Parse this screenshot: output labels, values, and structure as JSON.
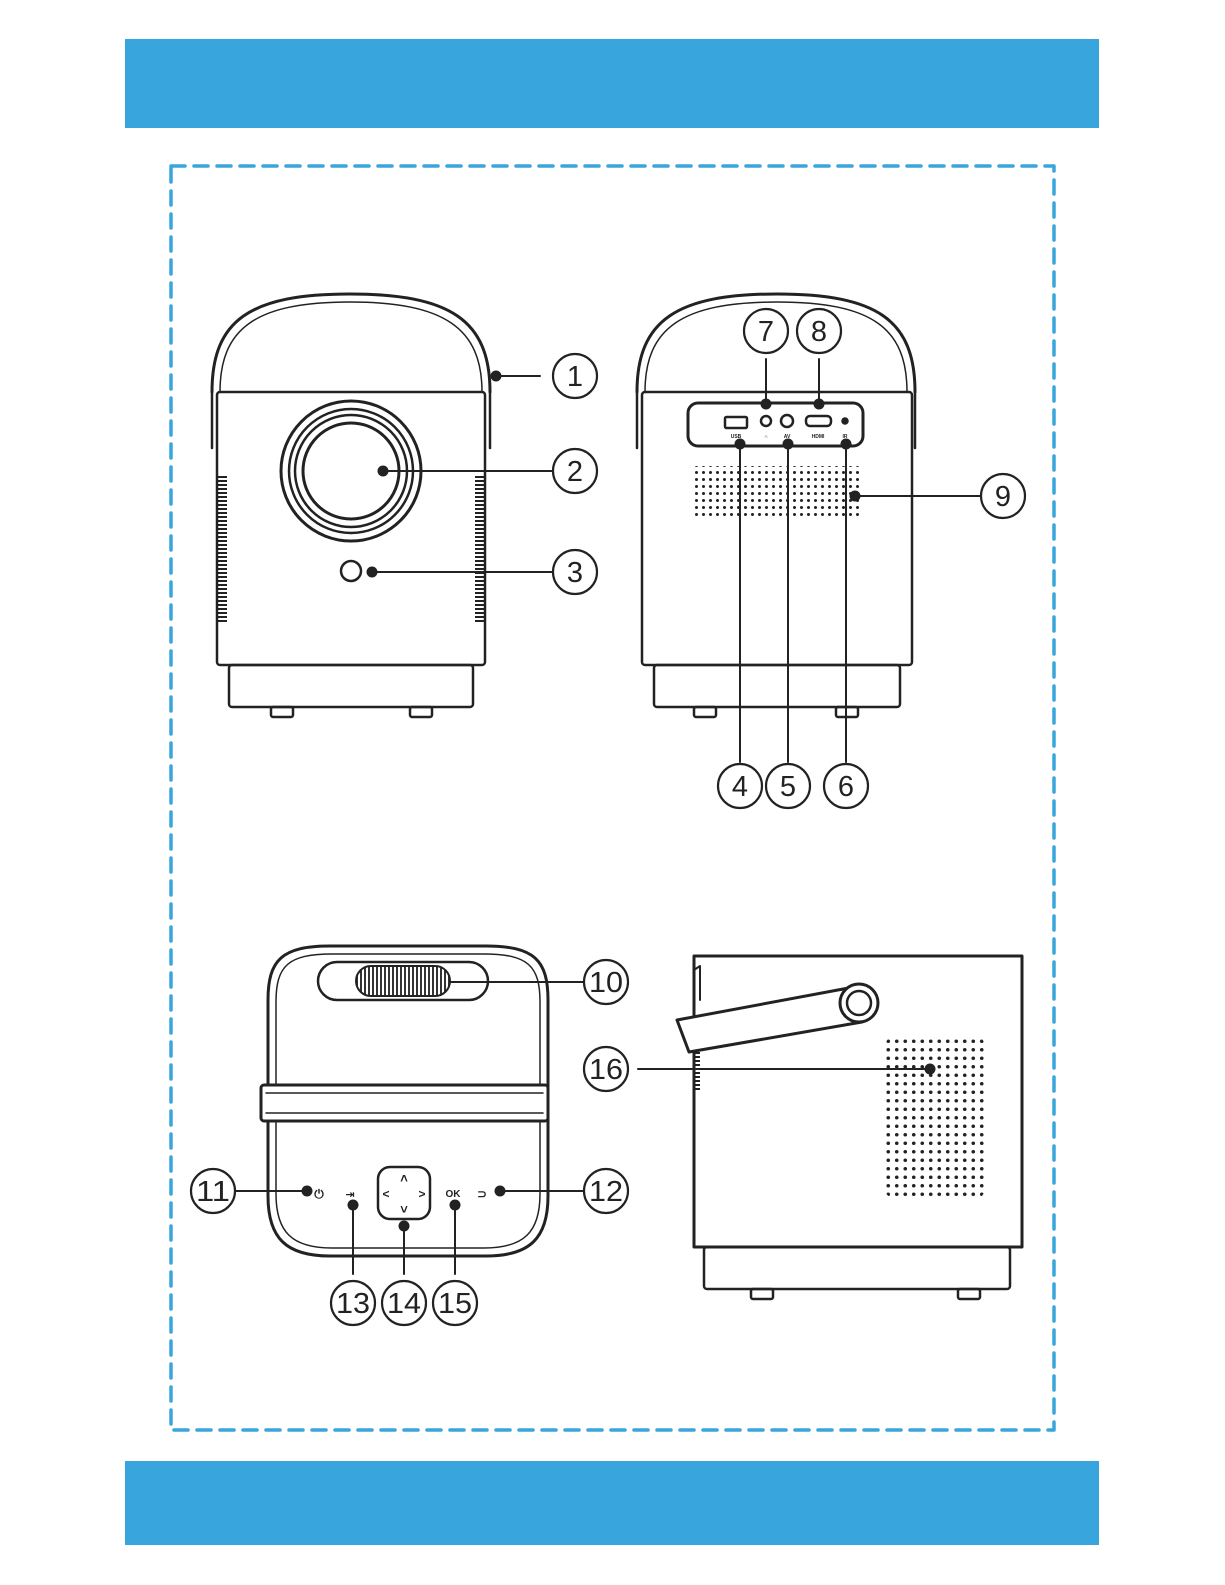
{
  "colors": {
    "band": "#38a6dc",
    "frame": "#38a6dc",
    "ink": "#222222"
  },
  "views": [
    "front-view",
    "back-view",
    "top-view",
    "side-view"
  ],
  "callouts": [
    {
      "label": "1",
      "part": "handle"
    },
    {
      "label": "2",
      "part": "lens"
    },
    {
      "label": "3",
      "part": "sensor"
    },
    {
      "label": "4",
      "part": "usb-port"
    },
    {
      "label": "5",
      "part": "av-port"
    },
    {
      "label": "6",
      "part": "ir-receiver"
    },
    {
      "label": "7",
      "part": "headphone-jack"
    },
    {
      "label": "8",
      "part": "hdmi-port"
    },
    {
      "label": "9",
      "part": "rear-speaker-grille"
    },
    {
      "label": "10",
      "part": "focus-wheel"
    },
    {
      "label": "11",
      "part": "power-key"
    },
    {
      "label": "12",
      "part": "return-key"
    },
    {
      "label": "13",
      "part": "input-source-key"
    },
    {
      "label": "14",
      "part": "direction-pad"
    },
    {
      "label": "15",
      "part": "ok-key"
    },
    {
      "label": "16",
      "part": "side-speaker-grille"
    }
  ],
  "port_labels": {
    "usb": "USB",
    "headphone": "∩",
    "av": "AV",
    "hdmi": "HDMI",
    "ir": "IR"
  },
  "keys": {
    "power": "⏻",
    "source": "⇥",
    "ok": "OK",
    "back": "⊃",
    "up": "˄",
    "down": "˅",
    "left": "<",
    "right": ">"
  }
}
